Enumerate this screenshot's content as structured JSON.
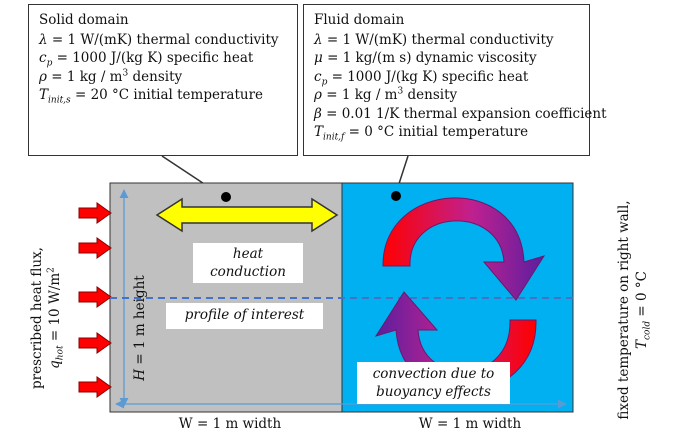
{
  "solid": {
    "title": "Solid domain",
    "lambda": {
      "symbol": "λ",
      "text": " = 1 W/(mK) thermal conductivity"
    },
    "cp": {
      "symbol": "c",
      "sub": "p",
      "text": " = 1000 J/(kg K) specific heat"
    },
    "rho": {
      "symbol": "ρ",
      "text": " = 1 kg / m",
      "sup": "3",
      "after": " density"
    },
    "tinit": {
      "symbol": "T",
      "sub": "init,s",
      "text": " = 20 °C initial temperature"
    }
  },
  "fluid": {
    "title": "Fluid domain",
    "lambda": {
      "symbol": "λ",
      "text": " = 1 W/(mK) thermal conductivity"
    },
    "mu": {
      "symbol": "μ",
      "text": " = 1 kg/(m s) dynamic viscosity"
    },
    "cp": {
      "symbol": "c",
      "sub": "p",
      "text": " = 1000 J/(kg K) specific heat"
    },
    "rho": {
      "symbol": "ρ",
      "text": " = 1 kg / m",
      "sup": "3",
      "after": " density"
    },
    "beta": {
      "symbol": "β",
      "text": " = 0.01 1/K thermal expansion coefficient"
    },
    "tinit": {
      "symbol": "T",
      "sub": "init,f",
      "text": " = 0 °C initial temperature"
    }
  },
  "labels": {
    "heat_conduction_1": "heat",
    "heat_conduction_2": "conduction",
    "profile": "profile of interest",
    "convection_1": "convection due to",
    "convection_2": "buoyancy effects",
    "width_left": "W = 1 m width",
    "width_right": "W = 1 m width",
    "height_symbol": "H",
    "height_text": " = 1 m height",
    "heat_flux_line1": "prescribed heat flux,",
    "heat_flux_symbol": "q",
    "heat_flux_sub": "hot",
    "heat_flux_text": " = 10 W/m",
    "heat_flux_sup": "2",
    "cold_line1": "fixed temperature on right wall,",
    "cold_symbol": "T",
    "cold_sub": "cold",
    "cold_text": " = 0 °C"
  },
  "colors": {
    "solid_fill": "#c0c0c0",
    "fluid_fill": "#00b0f0",
    "flux_arrow": "#ff0000",
    "conduction_arrow": "#ffff00",
    "profile_line": "#4472c4",
    "dimension_line": "#5b9bd5"
  },
  "icons": {
    "flux_arrows": "right-arrow-icon",
    "conduction_arrow": "double-headed-arrow-icon",
    "convection_arrows": "curved-arrow-icon"
  }
}
